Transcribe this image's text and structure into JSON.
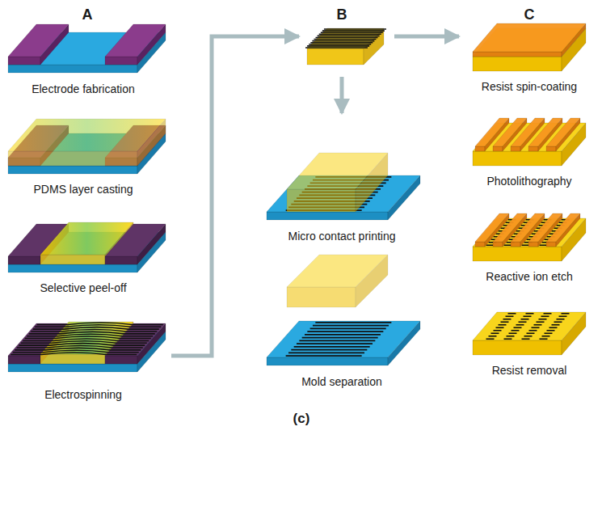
{
  "diagram": {
    "caption": "(c)",
    "labels": [
      "A",
      "B",
      "C",
      "Electrode fabrication",
      "PDMS layer casting",
      "Selective peel-off",
      "Electrospinning",
      "Micro contact printing",
      "Mold separation",
      "Resist spin-coating",
      "Photolithography",
      "Reactive ion etch",
      "Resist removal"
    ]
  }
}
